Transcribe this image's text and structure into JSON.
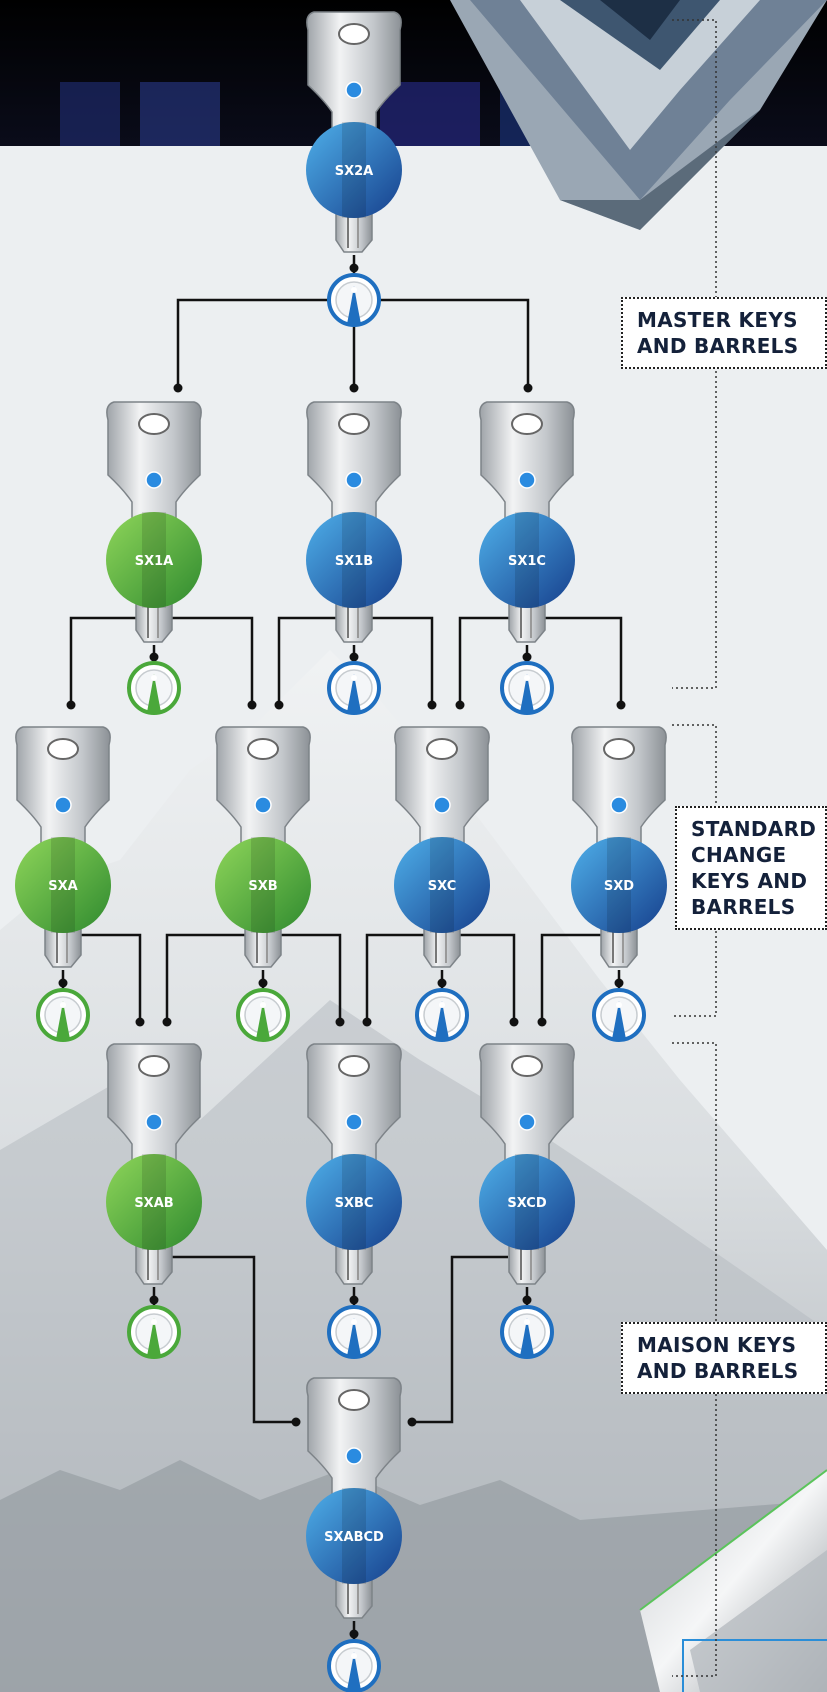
{
  "colors": {
    "blue": "#1f6fc0",
    "blue_light": "#3d9be0",
    "green": "#4aa83a",
    "green_light": "#7cc94e",
    "line": "#111111",
    "sky_dark": "#05060a"
  },
  "keys": [
    {
      "id": "k-sx2a",
      "label": "SX2A",
      "color": "blue"
    },
    {
      "id": "k-sx1a",
      "label": "SX1A",
      "color": "green"
    },
    {
      "id": "k-sx1b",
      "label": "SX1B",
      "color": "blue"
    },
    {
      "id": "k-sx1c",
      "label": "SX1C",
      "color": "blue"
    },
    {
      "id": "k-sxa",
      "label": "SXA",
      "color": "green"
    },
    {
      "id": "k-sxb",
      "label": "SXB",
      "color": "green"
    },
    {
      "id": "k-sxc",
      "label": "SXC",
      "color": "blue"
    },
    {
      "id": "k-sxd",
      "label": "SXD",
      "color": "blue"
    },
    {
      "id": "k-sxab",
      "label": "SXAB",
      "color": "green"
    },
    {
      "id": "k-sxbc",
      "label": "SXBC",
      "color": "blue"
    },
    {
      "id": "k-sxcd",
      "label": "SXCD",
      "color": "blue"
    },
    {
      "id": "k-sxabcd",
      "label": "SXABCD",
      "color": "blue"
    }
  ],
  "barrels": [
    {
      "key": "SX2A",
      "color": "blue"
    },
    {
      "key": "SX1A",
      "color": "green"
    },
    {
      "key": "SX1B",
      "color": "blue"
    },
    {
      "key": "SX1C",
      "color": "blue"
    },
    {
      "key": "SXA",
      "color": "green"
    },
    {
      "key": "SXB",
      "color": "green"
    },
    {
      "key": "SXC",
      "color": "blue"
    },
    {
      "key": "SXD",
      "color": "blue"
    },
    {
      "key": "SXAB",
      "color": "green"
    },
    {
      "key": "SXBC",
      "color": "blue"
    },
    {
      "key": "SXCD",
      "color": "blue"
    },
    {
      "key": "SXABCD",
      "color": "blue"
    }
  ],
  "sections": {
    "master": {
      "line1": "MASTER KEYS",
      "line2": "AND BARRELS"
    },
    "standard": {
      "line1": "STANDARD",
      "line2": "CHANGE",
      "line3": "KEYS AND",
      "line4": "BARRELS"
    },
    "maison": {
      "line1": "MAISON KEYS",
      "line2": "AND BARRELS"
    }
  }
}
